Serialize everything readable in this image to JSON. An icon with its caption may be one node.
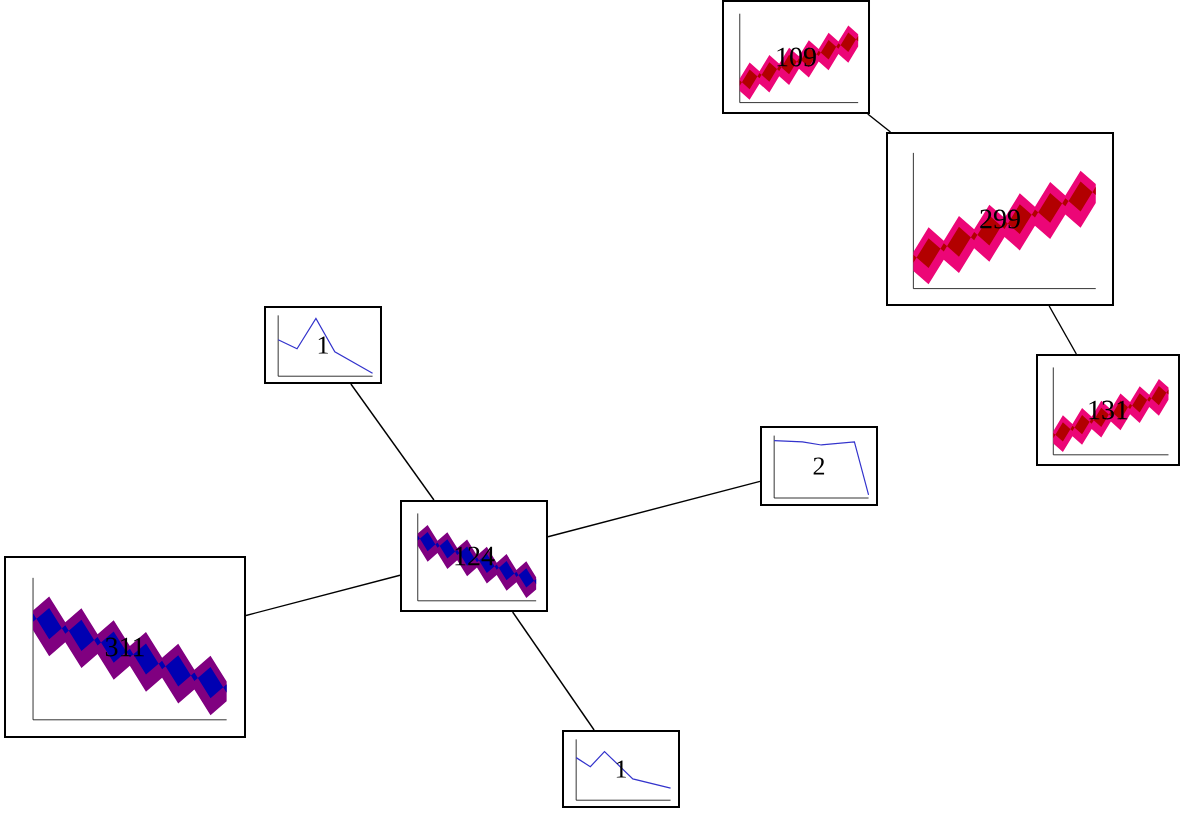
{
  "diagram": {
    "nodes": [
      {
        "text": [
          "1"
        ]
      },
      {
        "text": [
          "124"
        ]
      },
      {
        "text": [
          "2"
        ]
      },
      {
        "text": [
          "311"
        ]
      },
      {
        "text": [
          "1"
        ]
      },
      {
        "text": [
          "109"
        ]
      },
      {
        "text": [
          "299"
        ]
      },
      {
        "text": [
          "131"
        ]
      }
    ],
    "edges": [
      {
        "from": 0,
        "to": 1,
        "arrow": "none"
      },
      {
        "from": 1,
        "to": 2,
        "arrow": "none"
      },
      {
        "from": 3,
        "to": 1,
        "arrow": "none"
      },
      {
        "from": 1,
        "to": 4,
        "arrow": "none"
      },
      {
        "from": 5,
        "to": 6,
        "arrow": "none"
      },
      {
        "from": 6,
        "to": 7,
        "arrow": "none"
      }
    ]
  }
}
